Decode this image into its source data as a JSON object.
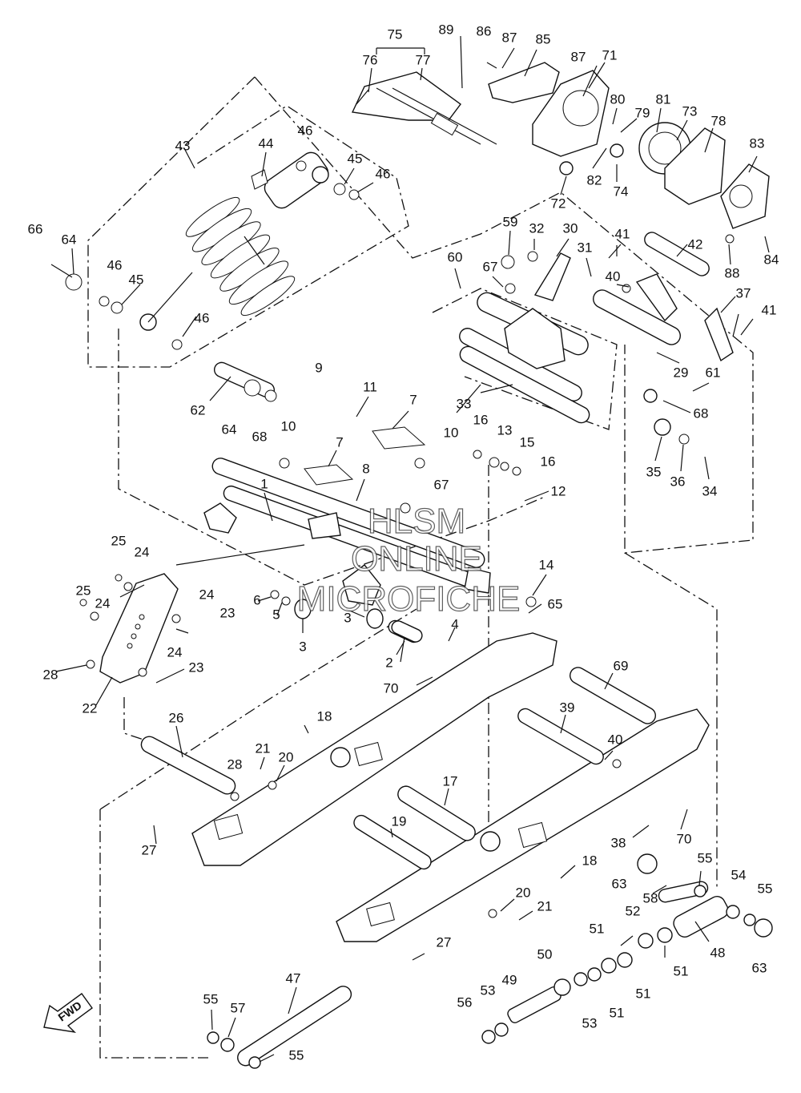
{
  "watermark": [
    "HLSM",
    "ONLINE",
    "MICROFICHE"
  ],
  "fwd_label": "FWD",
  "labels": {
    "1": "1",
    "2": "2",
    "3": "3",
    "3b": "3",
    "4": "4",
    "5": "5",
    "6": "6",
    "7": "7",
    "7b": "7",
    "8": "8",
    "9": "9",
    "10": "10",
    "10b": "10",
    "11": "11",
    "12": "12",
    "13": "13",
    "14": "14",
    "15": "15",
    "16": "16",
    "16b": "16",
    "17": "17",
    "18": "18",
    "18b": "18",
    "19": "19",
    "20": "20",
    "20b": "20",
    "21": "21",
    "21b": "21",
    "22": "22",
    "23": "23",
    "23b": "23",
    "24": "24",
    "24b": "24",
    "24c": "24",
    "24d": "24",
    "25": "25",
    "25b": "25",
    "26": "26",
    "27": "27",
    "27b": "27",
    "28": "28",
    "28b": "28",
    "29": "29",
    "30": "30",
    "31": "31",
    "32": "32",
    "33": "33",
    "34": "34",
    "35": "35",
    "36": "36",
    "37": "37",
    "38": "38",
    "39": "39",
    "40": "40",
    "40b": "40",
    "41": "41",
    "41b": "41",
    "42": "42",
    "43": "43",
    "44": "44",
    "45": "45",
    "45b": "45",
    "46": "46",
    "46b": "46",
    "46c": "46",
    "46d": "46",
    "47": "47",
    "48": "48",
    "49": "49",
    "50": "50",
    "51": "51",
    "51b": "51",
    "51c": "51",
    "51d": "51",
    "52": "52",
    "53": "53",
    "53b": "53",
    "54": "54",
    "55": "55",
    "55b": "55",
    "55c": "55",
    "55d": "55",
    "56": "56",
    "57": "57",
    "58": "58",
    "59": "59",
    "60": "60",
    "61": "61",
    "62": "62",
    "63": "63",
    "63b": "63",
    "64": "64",
    "64b": "64",
    "65": "65",
    "66": "66",
    "67": "67",
    "67b": "67",
    "68": "68",
    "68b": "68",
    "69": "69",
    "70": "70",
    "70b": "70",
    "71": "71",
    "72": "72",
    "73": "73",
    "74": "74",
    "75": "75",
    "76": "76",
    "77": "77",
    "78": "78",
    "79": "79",
    "80": "80",
    "81": "81",
    "82": "82",
    "83": "83",
    "84": "84",
    "85": "85",
    "86": "86",
    "87": "87",
    "87b": "87",
    "88": "88",
    "89": "89"
  }
}
